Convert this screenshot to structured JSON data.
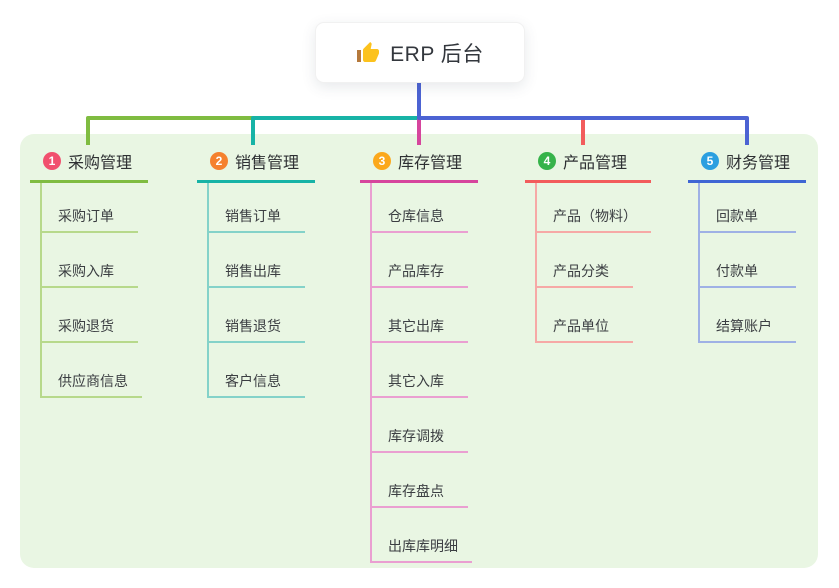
{
  "root": {
    "icon": "thumbs-up-icon",
    "label": "ERP 后台"
  },
  "canvas": {
    "panel_color": "#e9f6e3",
    "trunk_color": "#4c63d3",
    "background_color": "#ffffff"
  },
  "branches": [
    {
      "badge": "1",
      "label": "采购管理",
      "badge_color": "#f1506e",
      "line_color": "#7fbc41",
      "child_line_color": "#b7d98b",
      "children": [
        "采购订单",
        "采购入库",
        "采购退货",
        "供应商信息"
      ]
    },
    {
      "badge": "2",
      "label": "销售管理",
      "badge_color": "#f5812e",
      "line_color": "#17b3a6",
      "child_line_color": "#84d2c9",
      "children": [
        "销售订单",
        "销售出库",
        "销售退货",
        "客户信息"
      ]
    },
    {
      "badge": "3",
      "label": "库存管理",
      "badge_color": "#fba81c",
      "line_color": "#d6459d",
      "child_line_color": "#ea9fd1",
      "children": [
        "仓库信息",
        "产品库存",
        "其它出库",
        "其它入库",
        "库存调拨",
        "库存盘点",
        "出库库明细"
      ]
    },
    {
      "badge": "4",
      "label": "产品管理",
      "badge_color": "#36b34a",
      "line_color": "#f25c5c",
      "child_line_color": "#f6a9a6",
      "children": [
        "产品（物料）",
        "产品分类",
        "产品单位"
      ]
    },
    {
      "badge": "5",
      "label": "财务管理",
      "badge_color": "#2b9fe0",
      "line_color": "#3f66d4",
      "child_line_color": "#9fb1e5",
      "children": [
        "回款单",
        "付款单",
        "结算账户"
      ]
    }
  ]
}
